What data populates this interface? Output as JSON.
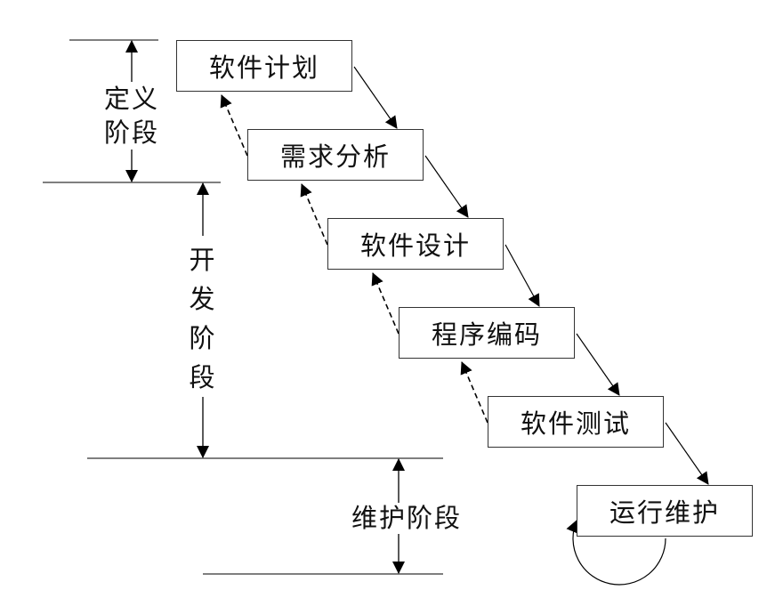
{
  "diagram": {
    "type": "waterfall-model",
    "stages": [
      {
        "id": "plan",
        "label": "软件计划"
      },
      {
        "id": "analysis",
        "label": "需求分析"
      },
      {
        "id": "design",
        "label": "软件设计"
      },
      {
        "id": "coding",
        "label": "程序编码"
      },
      {
        "id": "testing",
        "label": "软件测试"
      },
      {
        "id": "maintenance",
        "label": "运行维护"
      }
    ],
    "phases": {
      "definition": {
        "line1": "定义",
        "line2": "阶段"
      },
      "development": {
        "c1": "开",
        "c2": "发",
        "c3": "阶",
        "c4": "段"
      },
      "maintenance": {
        "label": "维护阶段"
      }
    },
    "edges": [
      {
        "from": "plan",
        "to": "analysis",
        "style": "solid"
      },
      {
        "from": "analysis",
        "to": "design",
        "style": "solid"
      },
      {
        "from": "design",
        "to": "coding",
        "style": "solid"
      },
      {
        "from": "coding",
        "to": "testing",
        "style": "solid"
      },
      {
        "from": "testing",
        "to": "maintenance",
        "style": "solid"
      },
      {
        "from": "analysis",
        "to": "plan",
        "style": "dashed"
      },
      {
        "from": "design",
        "to": "analysis",
        "style": "dashed"
      },
      {
        "from": "coding",
        "to": "design",
        "style": "dashed"
      },
      {
        "from": "testing",
        "to": "coding",
        "style": "dashed"
      },
      {
        "from": "maintenance",
        "to": "maintenance",
        "style": "loop"
      }
    ]
  }
}
